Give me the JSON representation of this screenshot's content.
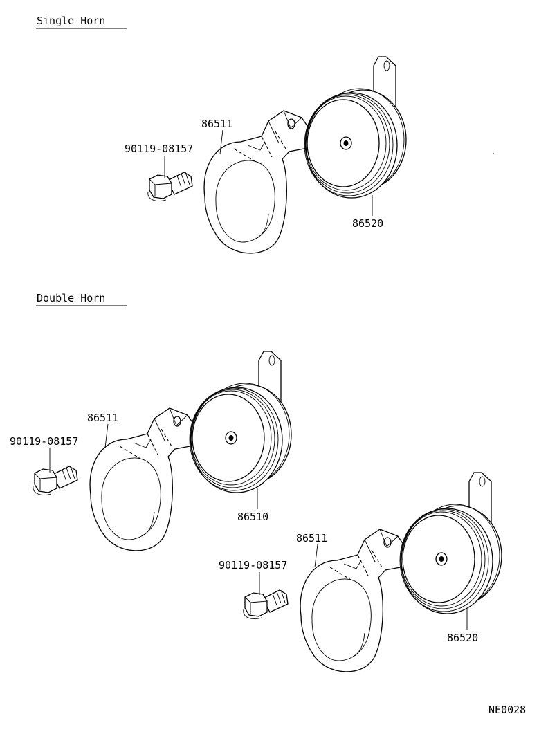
{
  "sections": {
    "single": {
      "title": "Single Horn"
    },
    "double": {
      "title": "Double Horn"
    }
  },
  "parts": {
    "s_bolt": "90119-08157",
    "s_bracket": "86511",
    "s_horn": "86520",
    "d1_bolt": "90119-08157",
    "d1_bracket": "86511",
    "d1_horn": "86510",
    "d2_bolt": "90119-08157",
    "d2_bracket": "86511",
    "d2_horn": "86520"
  },
  "diagram_code": "NE0028"
}
